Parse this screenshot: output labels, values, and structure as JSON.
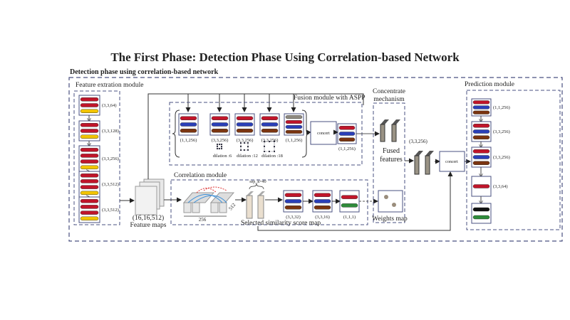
{
  "title": "The First Phase: Detection Phase Using Correlation-based Network",
  "subtitle": "Detection phase using correlation-based network",
  "colors": {
    "red": "#c0152a",
    "blue": "#2a3fb8",
    "brown": "#7a3410",
    "yellow": "#f2c400",
    "gray": "#8f8a80",
    "green": "#2e8b3a",
    "black": "#111111",
    "border": "#4a5080"
  },
  "feature_module": {
    "label": "Feature extration module",
    "blocks": [
      {
        "label": "(3,3,64)",
        "bars": [
          "red",
          "red",
          "yellow"
        ]
      },
      {
        "label": "(3,3,128)",
        "bars": [
          "red",
          "red",
          "yellow"
        ]
      },
      {
        "label": "(3,3,256)",
        "bars": [
          "red",
          "red",
          "red",
          "yellow"
        ]
      },
      {
        "label": "(3,3,512)",
        "bars": [
          "red",
          "red",
          "red",
          "yellow"
        ]
      },
      {
        "label": "(3,3,512)",
        "bars": [
          "red",
          "red",
          "red",
          "yellow"
        ]
      }
    ]
  },
  "feature_maps": {
    "size": "(16,16,512)",
    "label": "Feature maps"
  },
  "fusion": {
    "label": "Fusion  module with ASPP",
    "blocks": [
      {
        "label": "(1,1,256)",
        "bars": [
          "red",
          "blue",
          "brown"
        ]
      },
      {
        "label": "(3,3,256)",
        "bars": [
          "red",
          "blue",
          "brown"
        ],
        "dilation": "dilation :6"
      },
      {
        "label": "(3,3,256)",
        "bars": [
          "red",
          "blue",
          "brown"
        ],
        "dilation": "dilation :12"
      },
      {
        "label": "(3,3,256)",
        "bars": [
          "red",
          "blue",
          "brown"
        ],
        "dilation": "dilation :18"
      },
      {
        "label": "(1,1,256)",
        "bars": [
          "gray",
          "red",
          "blue",
          "brown"
        ]
      }
    ],
    "concat_label": "concert",
    "output": {
      "label": "(1,1,256)",
      "bars": [
        "red",
        "blue",
        "brown"
      ]
    }
  },
  "correlation": {
    "label": "Correlation module",
    "dim_width": "256",
    "dim_depth": "512",
    "sep_label": "sep_k=40",
    "score_map_label": "Selected similarity score map",
    "blocks": [
      {
        "label": "(3,3,32)",
        "bars": [
          "red",
          "blue",
          "brown"
        ]
      },
      {
        "label": "(3,3,16)",
        "bars": [
          "red",
          "blue",
          "brown"
        ]
      },
      {
        "label": "(1,1,1)",
        "bars": [
          "red",
          "green"
        ]
      }
    ]
  },
  "concentrate": {
    "label_line1": "Concentrate",
    "label_line2": "mechanism",
    "fused_line1": "Fused",
    "fused_line2": "features",
    "weights_label": "Weights map",
    "size_label": "(3,3,256)",
    "concat_label": "concert"
  },
  "prediction": {
    "label": "Prediction module",
    "blocks": [
      {
        "label": "(1,1,256)",
        "bars": [
          "red",
          "blue",
          "brown"
        ]
      },
      {
        "label": "(3,3,256)",
        "bars": [
          "red",
          "blue",
          "brown"
        ]
      },
      {
        "label": "(3,3,256)",
        "bars": [
          "red",
          "blue",
          "brown"
        ]
      },
      {
        "label": "(3,3,64)",
        "bars": [
          "red"
        ]
      },
      {
        "label": "",
        "bars": [
          "black",
          "green"
        ]
      }
    ]
  }
}
